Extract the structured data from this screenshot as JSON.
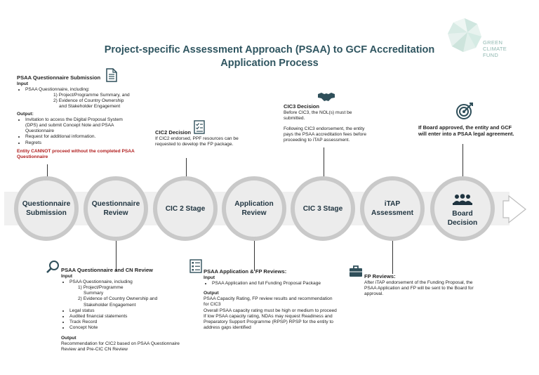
{
  "title": {
    "line1": "Project-specific Assessment Approach (PSAA) to GCF Accreditation",
    "line2": "Application Process"
  },
  "logo": {
    "line1": "GREEN",
    "line2": "CLIMATE",
    "line3": "FUND",
    "icon": "polygon-globe-logo"
  },
  "stages": [
    {
      "l1": "Questionnaire",
      "l2": "Submission"
    },
    {
      "l1": "Questionnaire",
      "l2": "Review"
    },
    {
      "l1": "CIC 2 Stage",
      "l2": ""
    },
    {
      "l1": "Application",
      "l2": "Review"
    },
    {
      "l1": "CIC 3 Stage",
      "l2": ""
    },
    {
      "l1": "iTAP",
      "l2": "Assessment"
    },
    {
      "l1": "Board",
      "l2": "Decision"
    }
  ],
  "qsub": {
    "heading": "PSAA Questionnaire Submission",
    "input_label": "Input",
    "input_item": "PSAA Questionnaire, including:",
    "input_sub1": "1) Project/Programme Summary, and",
    "input_sub2a": "2) Evidence of Country Ownership",
    "input_sub2b": "and Stakeholder Engagement",
    "output_label": "Output:",
    "out1": "Invitation to access the Digital Proposal System (DPS) and submit Concept Note and PSAA Questionnaire",
    "out2": "Request for additional information.",
    "out3": "Regrets",
    "warning": "Entity CANNOT proceed without the completed PSAA Questionnaire"
  },
  "cic2": {
    "heading": "CIC2 Decision",
    "body": "If CIC2 endorsed, PPF resources can be requested to develop the FP package."
  },
  "cic3": {
    "heading": "CIC3 Decision",
    "body1": "Before CIC3, the NOL(s) must be submitted.",
    "body2": "Following CIC3 endorsement, the entity pays the PSAA accreditation fees before proceeding to iTAP assessment."
  },
  "board": {
    "body": "If Board approved, the entity and GCF will enter into a PSAA legal agreement."
  },
  "qreview": {
    "heading": "PSAA Questionnaire and CN Review",
    "input_label": "Input",
    "item1": "PSAA Questionnaire, including",
    "sub1a": "1) Project/Programme",
    "sub1b": "Summary",
    "sub2a": "2) Evidence of Country Ownership and",
    "sub2b": "Stakeholder Engagement",
    "item2": "Legal status",
    "item3": "Audited financial statements",
    "item4": "Track Record",
    "item5": "Concept Note",
    "output_label": "Output",
    "output": "Recommendation for CIC2 based on PSAA Questionnaire Review and Pre-CIC CN Review"
  },
  "appreview": {
    "heading": "PSAA Application & FP Reviews:",
    "input_label": "Input",
    "item1": "PSAA Application and full Funding Proposal Package",
    "output_label": "Output",
    "out1": "PSAA Capacity Rating, FP review results and recommendation for CIC3",
    "out2": "Overall PSAA capacity rating must be high or medium to proceed",
    "out3": "If low PSAA capacity rating, NDAs may request Readiness and Preparatory Support Programme (RPSP) RPSP for the entity to address gaps identified"
  },
  "fp": {
    "heading": "FP Reviews:",
    "body": "After iTAP endorsement of the Funding Proposal, the PSAA Application and FP will be sent to the Board for approval."
  }
}
